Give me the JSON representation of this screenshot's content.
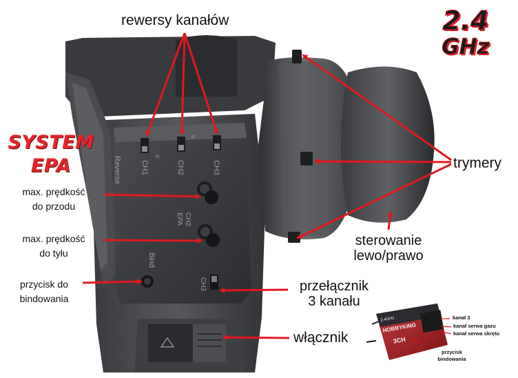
{
  "labels": {
    "rewersy": "rewersy kanałów",
    "system_line1": "SYSTEM",
    "system_line2": "EPA",
    "ghz_top": "2.4",
    "ghz_bottom": "GHz",
    "trymery": "trymery",
    "max_przod_1": "max. prędkość",
    "max_przod_2": "do przodu",
    "max_tyl_1": "max. prędkość",
    "max_tyl_2": "do tyłu",
    "przycisk_1": "przycisk do",
    "przycisk_2": "bindowania",
    "przelacznik_1": "przełącznik",
    "przelacznik_2": "3 kanału",
    "sterowanie_1": "sterowanie",
    "sterowanie_2": "lewo/prawo",
    "wlacznik": "włącznik"
  },
  "device": {
    "reverse_label": "Reverse",
    "ch1": "CH1",
    "ch2": "CH2",
    "ch3": "CH3",
    "ch2_epa_1": "CH2",
    "ch2_epa_2": "EPA",
    "bind": "Bind",
    "ch3_switch": "CH3",
    "n": "N",
    "r": "R"
  },
  "receiver": {
    "brand": "HOBBYKING",
    "model": "3CH",
    "freq": "2.4GHz",
    "label_ch3": "kanał 3",
    "label_gaz": "kanał serwa gazu",
    "label_skret": "kanał serwa skrętu",
    "label_bind_1": "przycisk",
    "label_bind_2": "bindowania"
  },
  "colors": {
    "arrow": "#e0191f",
    "plastic_dark": "#2e2f31",
    "plastic_mid": "#4a4b4e",
    "plastic_light": "#6b6c6f",
    "accent_red": "#e3262b"
  }
}
